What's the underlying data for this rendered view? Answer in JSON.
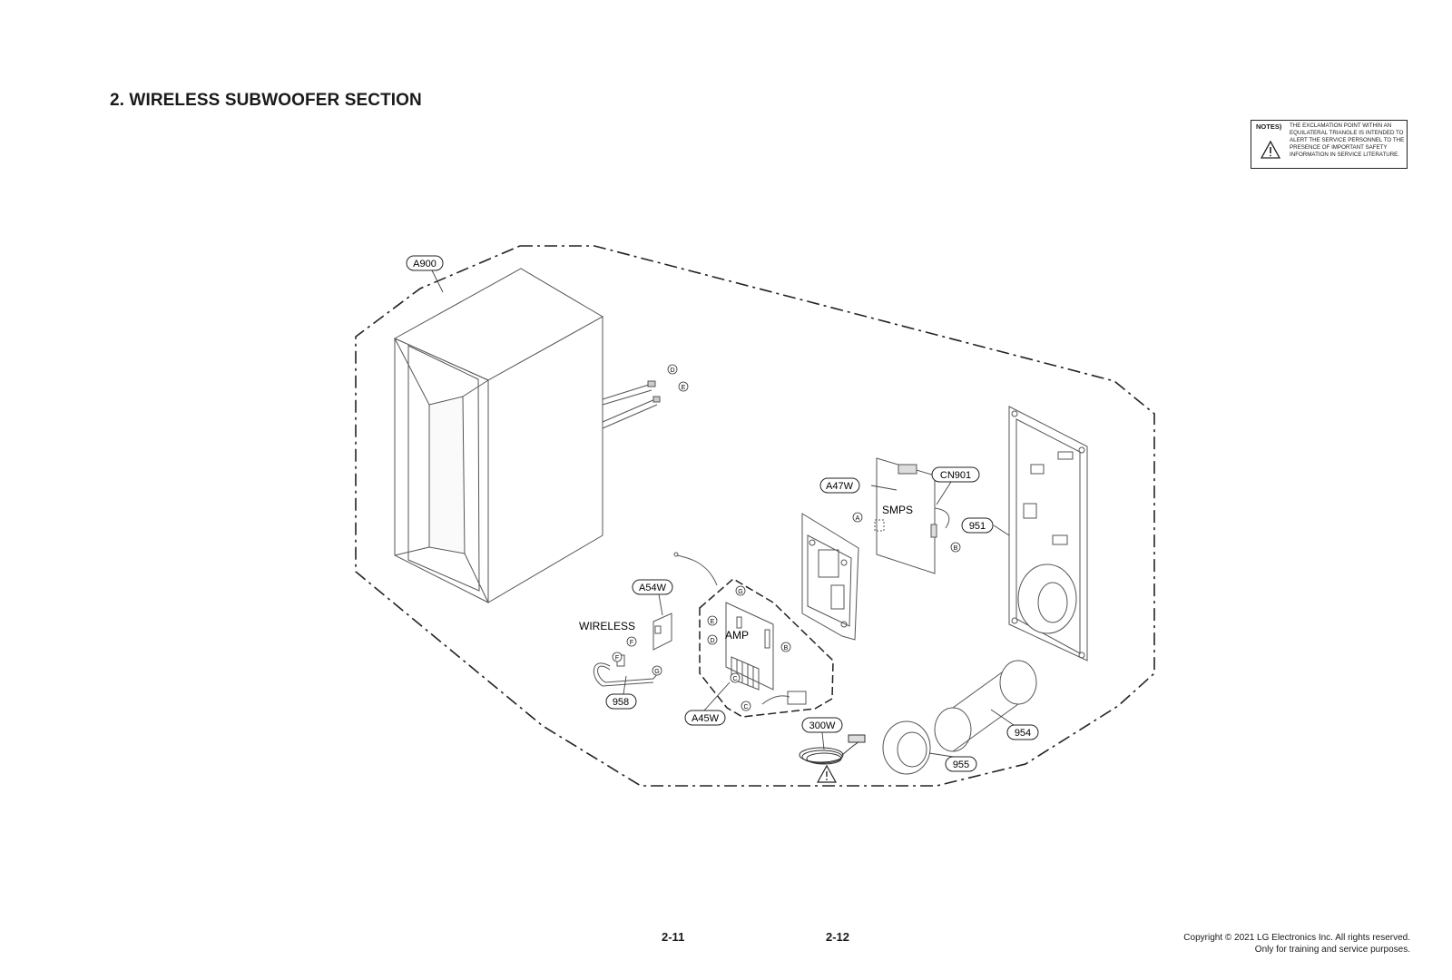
{
  "page": {
    "title": "2. WIRELESS SUBWOOFER SECTION",
    "page_numbers": [
      "2-11",
      "2-12"
    ],
    "copyright_line1": "Copyright © 2021 LG Electronics Inc. All rights reserved.",
    "copyright_line2": "Only for training and service purposes."
  },
  "notes": {
    "label": "NOTES)",
    "text": "THE EXCLAMATION POINT WITHIN AN EQUILATERAL TRIANGLE IS INTENDED TO ALERT THE SERVICE PERSONNEL TO THE PRESENCE OF IMPORTANT SAFETY INFORMATION IN SERVICE LITERATURE.",
    "icon": "warning-triangle-icon"
  },
  "diagram": {
    "part_labels": {
      "a900": "A900",
      "a47w": "A47W",
      "cn901": "CN901",
      "p951": "951",
      "a54w": "A54W",
      "p958": "958",
      "a45w": "A45W",
      "p300w": "300W",
      "p954": "954",
      "p955": "955"
    },
    "board_text": {
      "smps": "SMPS",
      "amp": "AMP",
      "wireless": "WIRELESS"
    },
    "connectors": {
      "a": "A",
      "b": "B",
      "c": "C",
      "d": "D",
      "e": "E",
      "f": "F",
      "g": "G"
    }
  }
}
